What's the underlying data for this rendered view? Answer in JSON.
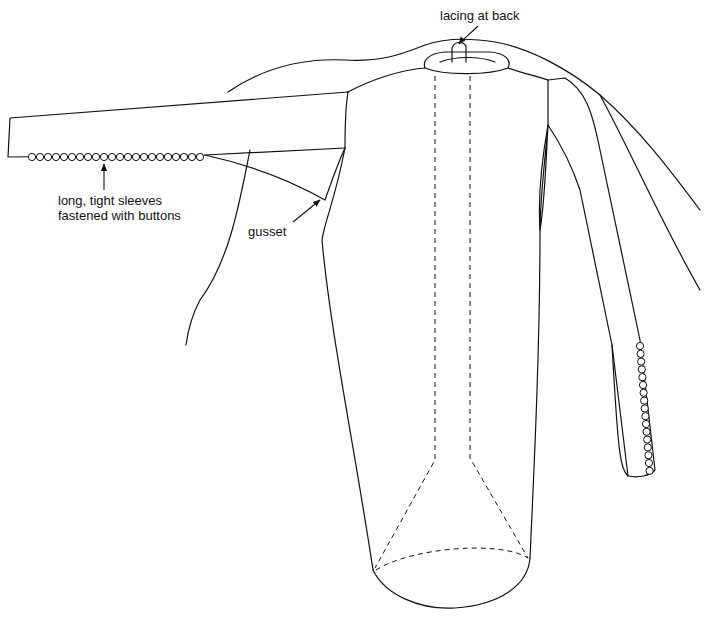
{
  "diagram": {
    "labels": [
      "lacing at back",
      "long, tight sleeves fastened with buttons",
      "gusset"
    ]
  }
}
